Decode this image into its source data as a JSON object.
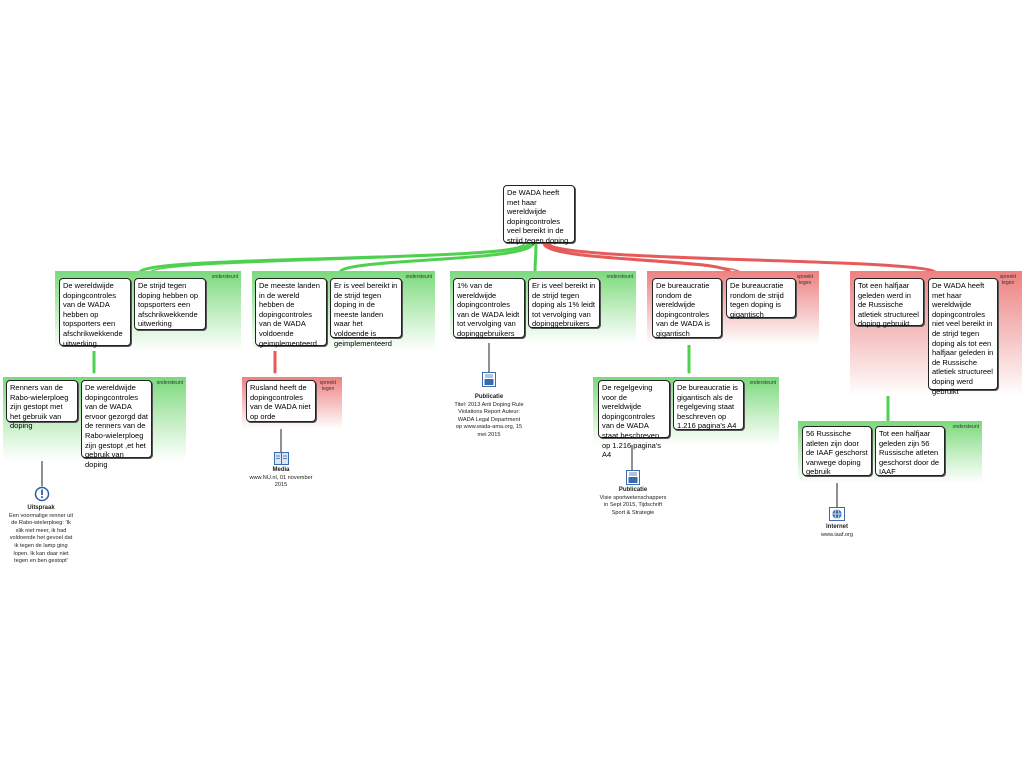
{
  "root": {
    "text": "De WADA heeft met haar wereldwijde dopingcontroles veel bereikt in de strijd tegen doping"
  },
  "tags": {
    "support": "ondersteunt",
    "oppose": "spreekt tegen"
  },
  "nodes": {
    "a1": "De wereldwijde dopingcontroles van de WADA hebben op topsporters een afschrikwekkende uitwerking",
    "a2": "De strijd tegen doping hebben op topsporters een afschrikwekkende uitwerking",
    "a3": "Renners van de Rabo-wielerploeg zijn gestopt met het gebruik van doping",
    "a4": "De wereldwijde dopingcontroles van de WADA ervoor gezorgd dat de renners van de Rabo-wielerploeg zijn gestopt ,et het gebruik van doping",
    "b1": "De meeste landen in de wereld hebben de dopingcontroles van de WADA voldoende geimplementeerd",
    "b2": "Er is veel bereikt in de strijd tegen doping in de meeste landen waar het voldoende is geimplementeerd",
    "b3": "Rusland heeft de dopingcontroles van de WADA niet op orde",
    "c1": "1% van de wereldwijde dopingcontroles van de WADA leidt tot vervolging van dopinggebruikers",
    "c2": "Er is veel bereikt in de strijd tegen doping als 1% leidt tot vervolging van dopinggebruikers",
    "d1": "De bureaucratie rondom de wereldwijde dopingcontroles van de WADA is gigantisch",
    "d2": "De bureaucratie rondom de strijd tegen doping is gigantisch",
    "d3": "De regelgeving voor de wereldwijde dopingcontroles van de WADA staat beschreven op 1.216 pagina's A4",
    "d4": "De bureaucratie is gigantisch als de regelgeving staat beschreven op 1.216 pagina's A4",
    "e1": "Tot een halfjaar geleden werd in de Russische atletiek structureel doping gebruikt",
    "e2": "De WADA heeft met haar wereldwijde dopingcontroles niet veel bereikt in de strijd tegen doping als tot een halfjaar geleden in de Russische atletiek structureel doping werd gebruikt",
    "e3": "56 Russische atleten zijn door de IAAF geschorst vanwege doping gebruik",
    "e4": "Tot een halfjaar geleden zijn 56 Russische atleten geschorst door de IAAF"
  },
  "sources": {
    "s1": {
      "title": "Uitspraak",
      "text": "Een voormalige renner uit de Rabo-wielerploeg: 'Ik slik niet meer, ik had voldoende het gevoel dat ik tegen de lamp ging lopen. Ik kan daar niet tegen en ben gestopt'",
      "icon": "exclamation-icon"
    },
    "s2": {
      "title": "Media",
      "text": "www.NU.nl, 01 november 2015",
      "icon": "document-icon"
    },
    "s3": {
      "title": "Publicatie",
      "text": "Titel: 2013 Anti Doping Rule Violations Report Auteur: WADA Legal Department op www.wada-ama.org, 15 mei 2015",
      "icon": "publication-icon"
    },
    "s4": {
      "title": "Publicatie",
      "text": "Visie sportwetenschappers in Sept 2015, Tijdschrift Sport & Strategie",
      "icon": "publication-icon"
    },
    "s5": {
      "title": "Internet",
      "text": "www.iaaf.org",
      "icon": "globe-icon"
    }
  }
}
